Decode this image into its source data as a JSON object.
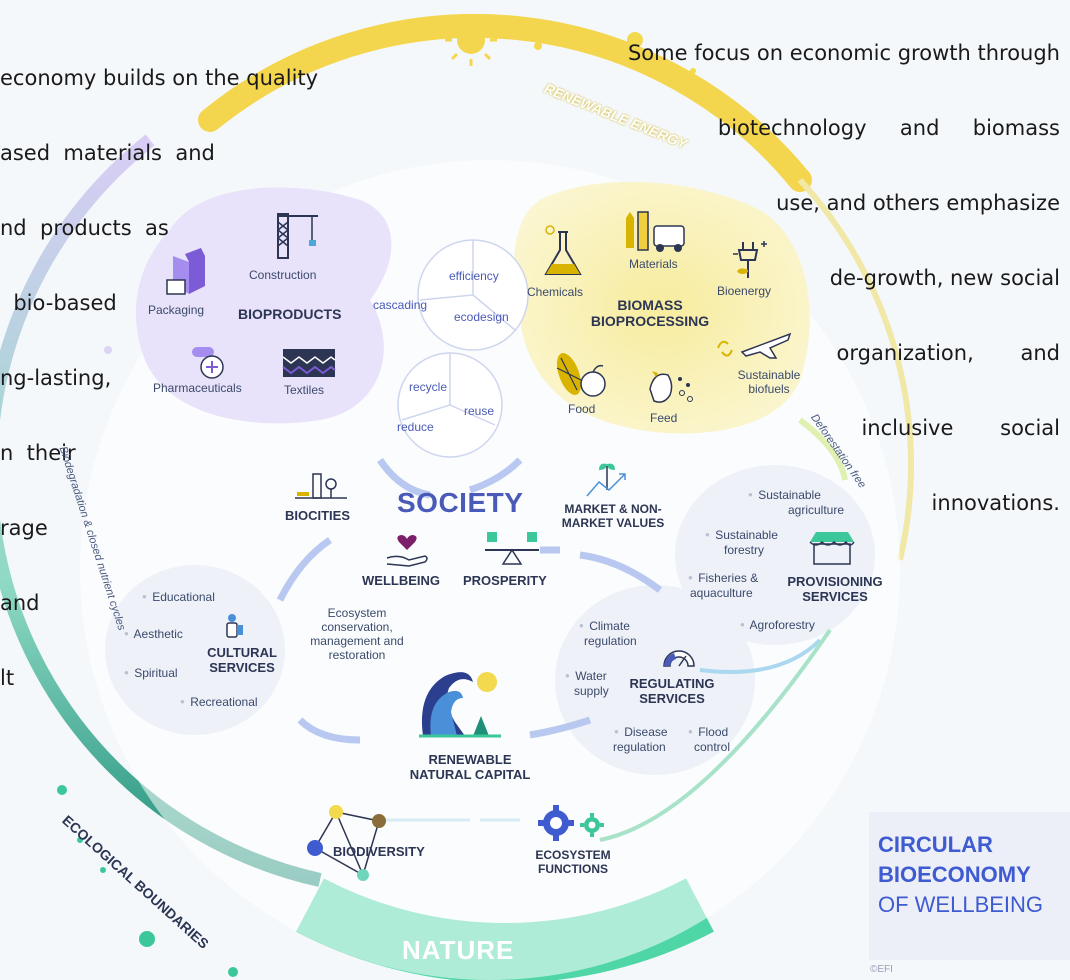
{
  "left_text": [
    "economy builds on the quality",
    "ased  materials  and",
    "nd  products  as",
    "  bio-based",
    "ng-lasting,",
    "n  their",
    "rage",
    "and",
    "lt"
  ],
  "right_text": [
    "Some focus on economic growth through",
    "biotechnology     and     biomass",
    "use, and others emphasize",
    "de-growth, new social",
    "organization,       and",
    "inclusive       social",
    "innovations."
  ],
  "arcs": {
    "renewable_energy": "RENEWABLE ENERGY",
    "ecological_boundaries": "ECOLOGICAL BOUNDARIES",
    "biodegradation": "Biodegradation & closed nutrient cycles",
    "deforestation": "Deforestation free",
    "nature": "NATURE"
  },
  "bioproducts": {
    "title": "BIOPRODUCTS",
    "construction": "Construction",
    "packaging": "Packaging",
    "pharmaceuticals": "Pharmaceuticals",
    "textiles": "Textiles"
  },
  "circle_top": {
    "efficiency": "efficiency",
    "cascading": "cascading",
    "ecodesign": "ecodesign"
  },
  "circle_mid": {
    "recycle": "recycle",
    "reuse": "reuse",
    "reduce": "reduce"
  },
  "biomass": {
    "title1": "BIOMASS",
    "title2": "BIOPROCESSING",
    "chemicals": "Chemicals",
    "materials": "Materials",
    "bioenergy": "Bioenergy",
    "sustainable": "Sustainable",
    "biofuels": "biofuels",
    "food": "Food",
    "feed": "Feed"
  },
  "society": {
    "title": "SOCIETY",
    "biocities": "BIOCITIES",
    "market1": "MARKET & NON-",
    "market2": "MARKET VALUES",
    "wellbeing": "WELLBEING",
    "prosperity": "PROSPERITY"
  },
  "provisioning": {
    "sust_agri1": "Sustainable",
    "sust_agri2": "agriculture",
    "sust_for1": "Sustainable",
    "sust_for2": "forestry",
    "fish1": "Fisheries &",
    "fish2": "aquaculture",
    "title1": "PROVISIONING",
    "title2": "SERVICES",
    "agroforestry": "Agroforestry"
  },
  "cultural": {
    "educational": "Educational",
    "aesthetic": "Aesthetic",
    "spiritual": "Spiritual",
    "recreational": "Recreational",
    "title1": "CULTURAL",
    "title2": "SERVICES"
  },
  "ecosystem_text": {
    "l1": "Ecosystem",
    "l2": "conservation,",
    "l3": "management and",
    "l4": "restoration"
  },
  "regulating": {
    "climate1": "Climate",
    "climate2": "regulation",
    "water1": "Water",
    "water2": "supply",
    "title1": "REGULATING",
    "title2": "SERVICES",
    "disease1": "Disease",
    "disease2": "regulation",
    "flood1": "Flood",
    "flood2": "control"
  },
  "capital": {
    "title1": "RENEWABLE",
    "title2": "NATURAL CAPITAL"
  },
  "bottom": {
    "biodiversity": "BIODIVERSITY",
    "eco1": "ECOSYSTEM",
    "eco2": "FUNCTIONS"
  },
  "brand": {
    "l1": "CIRCULAR",
    "l2": "BIOECONOMY",
    "l3": "OF WELLBEING",
    "copyright": "©EFI"
  },
  "colors": {
    "navy": "#2c3553",
    "purple": "#7b5cd6",
    "yellow": "#f2d94e",
    "green": "#3cc79a",
    "teal": "#1f8f7a",
    "blue": "#4a90d9"
  }
}
